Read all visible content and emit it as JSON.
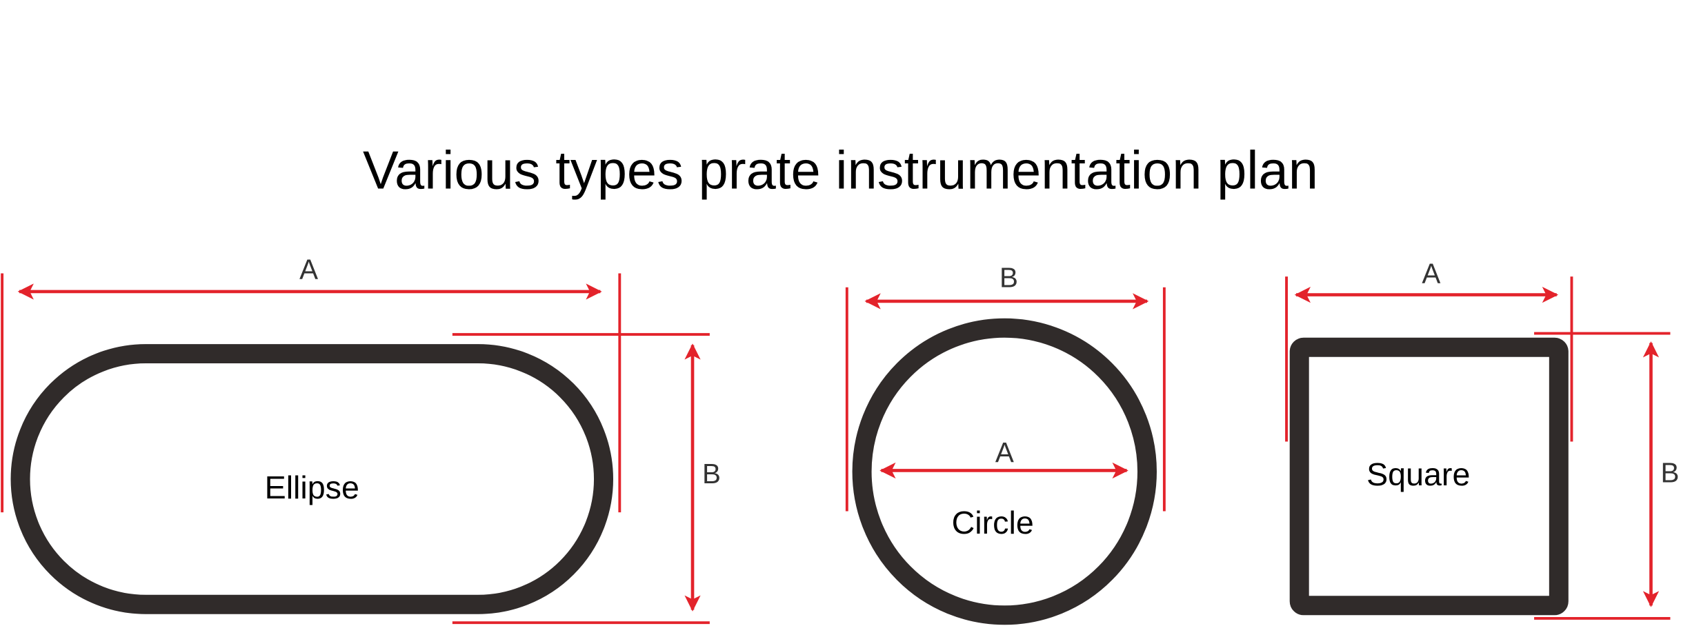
{
  "title": "Various types prate instrumentation plan",
  "colors": {
    "outline": "#302b2a",
    "dimension": "#e3232b",
    "background": "#ffffff"
  },
  "shapes": [
    {
      "name": "Ellipse",
      "dims": {
        "horizontal": "A",
        "vertical": "B"
      }
    },
    {
      "name": "Circle",
      "dims": {
        "outer": "B",
        "inner": "A"
      }
    },
    {
      "name": "Square",
      "dims": {
        "horizontal": "A",
        "vertical": "B"
      }
    }
  ]
}
